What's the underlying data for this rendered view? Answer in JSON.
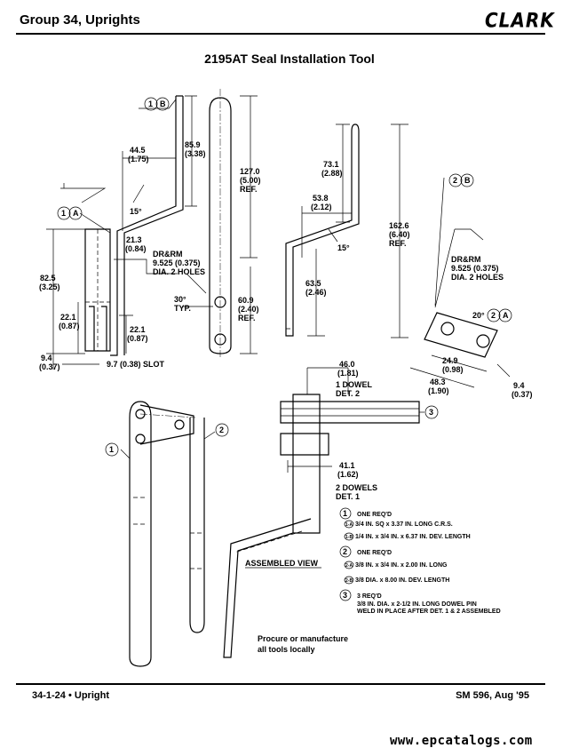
{
  "header": {
    "section": "Group 34, Uprights",
    "logo_text": "CLARK"
  },
  "title": "2195AT Seal Installation Tool",
  "detail1": {
    "balloon": "1",
    "balloon_letter": "A",
    "balloon_b": "1",
    "balloon_b_letter": "B",
    "dim_44_5": "44.5",
    "dim_1_75": "(1.75)",
    "dim_85_9": "85.9",
    "dim_3_38": "(3.38)",
    "dim_127": "127.0",
    "dim_5_00": "(5.00)",
    "ref1": "REF.",
    "angle15": "15°",
    "dim_21_3": "21.3",
    "dim_0_84": "(0.84)",
    "drrm": "DR&RM",
    "hole_dia": "9.525 (0.375)",
    "holes": "DIA. 2 HOLES",
    "dim_82_5": "82.5",
    "dim_3_25": "(3.25)",
    "angle30": "30°",
    "typ": "TYP.",
    "dim_60_9": "60.9",
    "dim_2_40": "(2.40)",
    "ref2": "REF.",
    "dim_22_1a": "22.1",
    "dim_0_87a": "(0.87)",
    "dim_22_1b": "22.1",
    "dim_0_87b": "(0.87)",
    "dim_9_4": "9.4",
    "dim_0_37": "(0.37)",
    "slot": "9.7 (0.38) SLOT"
  },
  "detail2": {
    "balloon": "2",
    "balloon_letter": "B",
    "balloon_a": "2",
    "balloon_a_letter": "A",
    "dim_73_1": "73.1",
    "dim_2_88": "(2.88)",
    "dim_53_8": "53.8",
    "dim_2_12": "(2.12)",
    "angle15": "15°",
    "dim_162_6": "162.6",
    "dim_6_40": "(6.40)",
    "ref": "REF.",
    "dim_63_5": "63.5",
    "dim_2_46": "(2.46)",
    "drrm": "DR&RM",
    "hole_dia": "9.525 (0.375)",
    "holes": "DIA. 2 HOLES",
    "angle20": "20°",
    "dim_24_9": "24.9",
    "dim_0_98": "(0.98)",
    "dim_48_3": "48.3",
    "dim_1_90": "(1.90)",
    "dim_9_4": "9.4",
    "dim_0_37": "(0.37)"
  },
  "assembly": {
    "dim_46_0": "46.0",
    "dim_1_81": "(1.81)",
    "dowel1": "1 DOWEL",
    "det2": "DET. 2",
    "dim_41_1": "41.1",
    "dim_1_62": "(1.62)",
    "dowels2": "2 DOWELS",
    "det1": "DET. 1",
    "item1": "1",
    "item2": "2",
    "item3": "3",
    "assembled_view": "ASSEMBLED VIEW"
  },
  "bom": {
    "i1_num": "1",
    "i1_req": "ONE REQ'D",
    "i1a_tag": "1-A",
    "i1a_text": "3/4 IN. SQ x 3.37 IN. LONG C.R.S.",
    "i1b_tag": "1-B",
    "i1b_text": "1/4 IN. x 3/4 IN. x 6.37 IN. DEV. LENGTH",
    "i2_num": "2",
    "i2_req": "ONE REQ'D",
    "i2a_tag": "2-A",
    "i2a_text": "3/8 IN. x 3/4 IN. x 2.00 IN. LONG",
    "i2b_tag": "2-B",
    "i2b_text": "3/8 DIA. x 8.00 IN. DEV. LENGTH",
    "i3_num": "3",
    "i3_req": "3 REQ'D",
    "i3_l1": "3/8 IN. DIA. x 2-1/2 IN. LONG DOWEL PIN",
    "i3_l2": "WELD IN PLACE AFTER DET. 1 & 2 ASSEMBLED"
  },
  "procure_note_1": "Procure or manufacture",
  "procure_note_2": "all tools locally",
  "footer": {
    "left": "34-1-24  •  Upright",
    "right": "SM 596, Aug '95"
  },
  "watermark": "www.epcatalogs.com"
}
